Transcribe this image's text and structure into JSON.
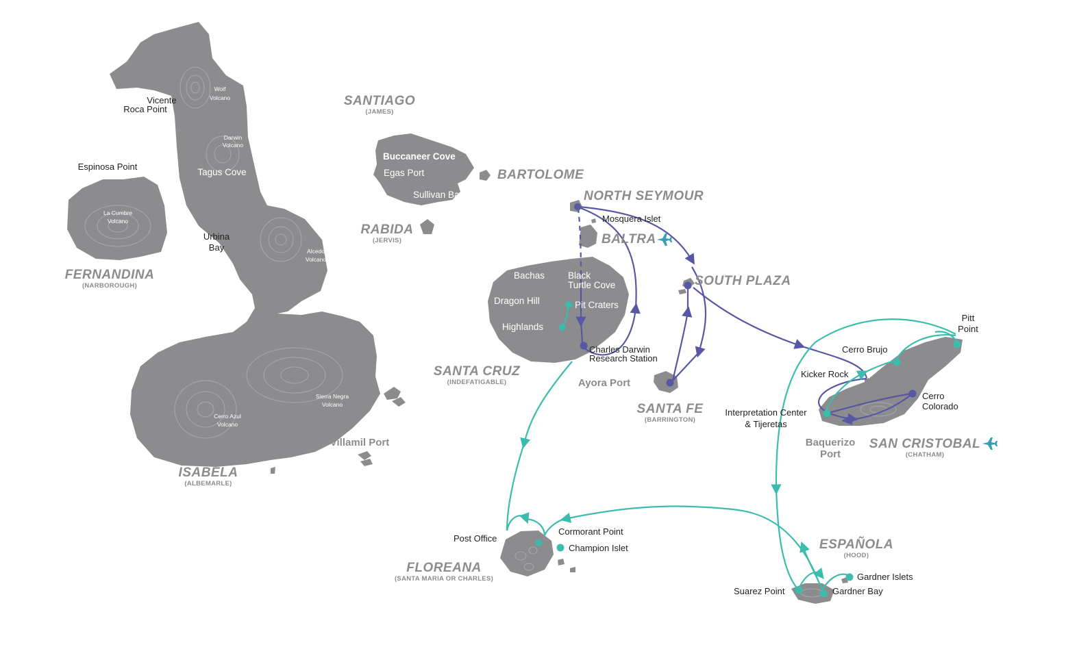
{
  "islands": {
    "fernandina": {
      "name": "FERNANDINA",
      "alt": "(NARBOROUGH)"
    },
    "isabela": {
      "name": "ISABELA",
      "alt": "(ALBEMARLE)"
    },
    "santiago": {
      "name": "SANTIAGO",
      "alt": "(JAMES)"
    },
    "bartolome": {
      "name": "BARTOLOME"
    },
    "rabida": {
      "name": "RABIDA",
      "alt": "(JERVIS)"
    },
    "north_seymour": {
      "name": "NORTH SEYMOUR"
    },
    "baltra": {
      "name": "BALTRA"
    },
    "south_plaza": {
      "name": "SOUTH PLAZA"
    },
    "santa_cruz": {
      "name": "SANTA CRUZ",
      "alt": "(INDEFATIGABLE)"
    },
    "santa_fe": {
      "name": "SANTA FE",
      "alt": "(BARRINGTON)"
    },
    "san_cristobal": {
      "name": "SAN CRISTOBAL",
      "alt": "(CHATHAM)"
    },
    "espanola": {
      "name": "ESPAÑOLA",
      "alt": "(HOOD)"
    },
    "floreana": {
      "name": "FLOREANA",
      "alt": "(SANTA MARIA OR CHARLES)"
    }
  },
  "sites": {
    "vicente_1": "Vicente",
    "vicente_2": "Roca Point",
    "espinosa": "Espinosa Point",
    "urbina_1": "Urbina",
    "urbina_2": "Bay",
    "tagus": "Tagus Cove",
    "villamil": "Villamil Port",
    "buccaneer": "Buccaneer Cove",
    "egas": "Egas Port",
    "sullivan": "Sullivan Bay",
    "mosquera": "Mosquera Islet",
    "bachas": "Bachas",
    "black_turtle_1": "Black",
    "black_turtle_2": "Turtle Cove",
    "dragon": "Dragon Hill",
    "pit": "Pit Craters",
    "highlands": "Highlands",
    "darwin_1": "Charles Darwin",
    "darwin_2": "Research Station",
    "ayora": "Ayora Port",
    "kicker": "Kicker Rock",
    "cerro_brujo": "Cerro Brujo",
    "pitt_1": "Pitt",
    "pitt_2": "Point",
    "cerro_colorado_1": "Cerro",
    "cerro_colorado_2": "Colorado",
    "interp_1": "Interpretation Center",
    "interp_2": "& Tijeretas",
    "baquerizo_1": "Baquerizo",
    "baquerizo_2": "Port",
    "post_office": "Post Office",
    "cormorant": "Cormorant Point",
    "champion": "Champion Islet",
    "gardner_islets": "Gardner Islets",
    "gardner_bay": "Gardner Bay",
    "suarez": "Suarez Point"
  },
  "volcanoes": {
    "wolf_1": "Wolf",
    "wolf_2": "Volcano",
    "darwin_1": "Darwin",
    "darwin_2": "Volcano",
    "cumbre_1": "La Cumbre",
    "cumbre_2": "Volcano",
    "alcedo_1": "Alcedo",
    "alcedo_2": "Volcano",
    "sierra_1": "Sierra Negra",
    "sierra_2": "Volcano",
    "azul_1": "Cerro Azul",
    "azul_2": "Volcano"
  },
  "colors": {
    "land": "#8c8b8e",
    "route_north": "#5757a3",
    "route_south": "#3cbcad",
    "airport": "#3a9fb3"
  },
  "icons": [
    "airplane-icon"
  ]
}
